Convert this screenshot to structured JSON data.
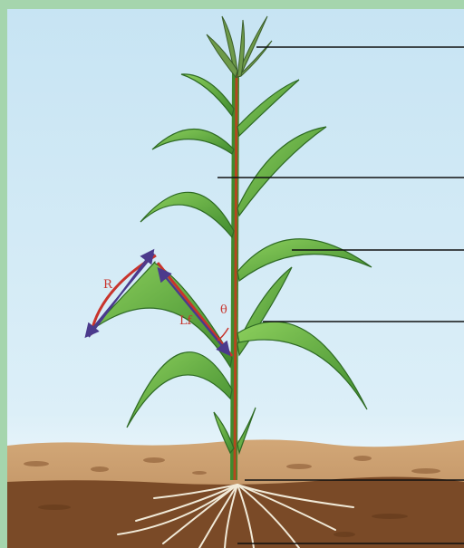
{
  "illustration": {
    "subject": "maize-plant",
    "labels": {
      "length": "R",
      "leaf_length": "Lf",
      "angle": "θ"
    },
    "colors": {
      "frame": "#a5d5ad",
      "sky_top": "#c7e4f3",
      "sky_bottom": "#ffffff",
      "topsoil": "#c79a6b",
      "subsoil": "#7a4a27",
      "leaf": "#5fae3e",
      "leaf_dark": "#2e6a24",
      "stalk": "#b5471f",
      "annotation": "#c8342c",
      "arrow": "#4b3a8c",
      "roots": "#f1ead8",
      "leader_line": "#111111"
    }
  }
}
